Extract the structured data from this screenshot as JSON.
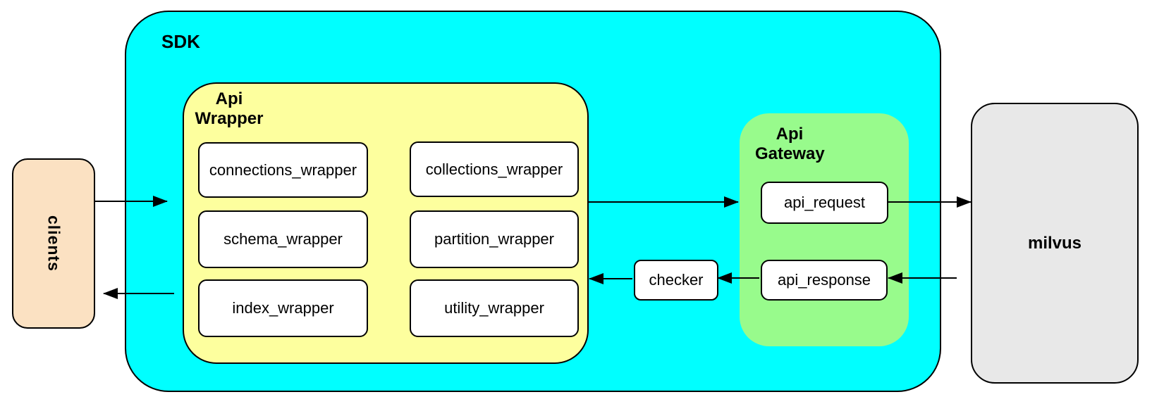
{
  "diagram": {
    "clients": {
      "label": "clients"
    },
    "sdk": {
      "label": "SDK"
    },
    "api_wrapper": {
      "label_line1": "Api",
      "label_line2": "Wrapper",
      "boxes": [
        "connections_wrapper",
        "collections_wrapper",
        "schema_wrapper",
        "partition_wrapper",
        "index_wrapper",
        "utility_wrapper"
      ]
    },
    "checker": {
      "label": "checker"
    },
    "api_gateway": {
      "label_line1": "Api",
      "label_line2": "Gateway",
      "boxes": [
        "api_request",
        "api_response"
      ]
    },
    "milvus": {
      "label": "milvus"
    },
    "colors": {
      "sdk_cyan": "#00FFFF",
      "wrapper_yellow": "#FDFF9E",
      "gateway_green": "#98FB8C",
      "clients_peach": "#FBE1C2",
      "milvus_gray": "#E8E8E8",
      "box_white": "#FFFFFF",
      "line_black": "#000000"
    }
  }
}
